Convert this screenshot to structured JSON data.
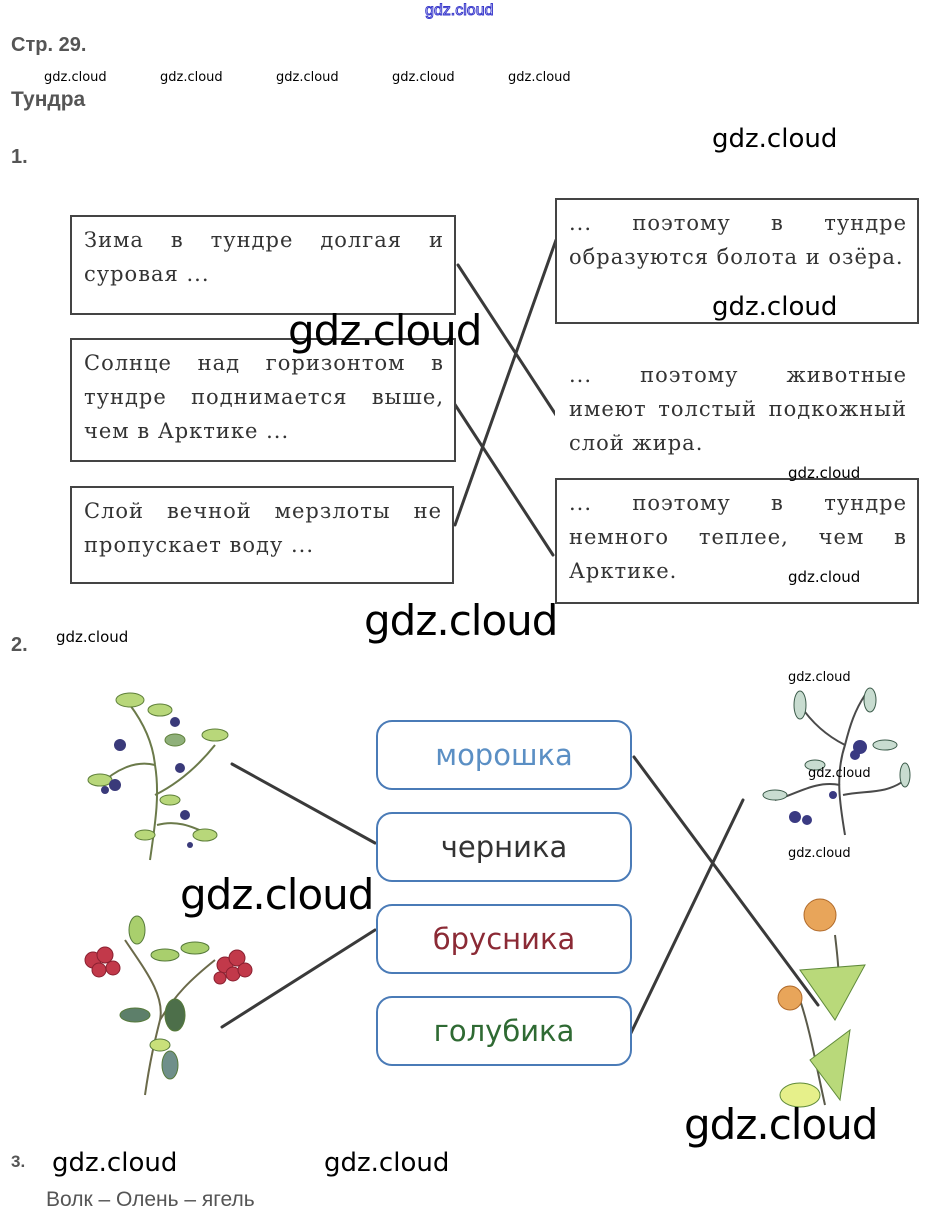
{
  "watermark": "gdz.cloud",
  "header": {
    "page": "Стр. 29.",
    "topic": "Тундра"
  },
  "task1": {
    "number": "1.",
    "causes": [
      {
        "text": "Зима в тундре долгая и суровая ..."
      },
      {
        "text": "Солнце над горизонтом в тундре поднимается выше, чем в Арктике ..."
      },
      {
        "text": "Слой вечной мерзлоты не пропускает воду ..."
      }
    ],
    "effects": [
      {
        "text": "... поэтому в тундре образуются болота и озёра."
      },
      {
        "text": "... поэтому животные имеют толстый подкожный слой жира."
      },
      {
        "text": "... поэтому в тундре немного теплее, чем в Арктике."
      }
    ],
    "matches": [
      [
        0,
        1
      ],
      [
        1,
        2
      ],
      [
        2,
        0
      ]
    ]
  },
  "task2": {
    "number": "2.",
    "berries": [
      {
        "label": "морошка",
        "color": "#5b8fc4"
      },
      {
        "label": "черника",
        "color": "#333333"
      },
      {
        "label": "брусника",
        "color": "#8b2a35"
      },
      {
        "label": "голубика",
        "color": "#2f6a33"
      }
    ],
    "illustrations": [
      "blueberry-plant",
      "lingonberry-plant",
      "bog-bilberry-plant",
      "cloudberry-plant"
    ]
  },
  "task3": {
    "number": "3.",
    "answer": "Волк – Олень – ягель"
  },
  "colors": {
    "line": "#3a3a3a",
    "pill_border": "#4a7bb7"
  }
}
